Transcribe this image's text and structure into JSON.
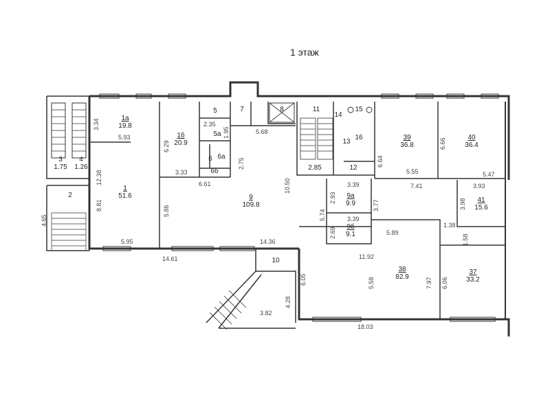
{
  "title": "1 этаж",
  "rooms": {
    "r1a": {
      "num": "1а",
      "area": "19.8"
    },
    "r1": {
      "num": "1",
      "area": "51.6"
    },
    "r1b": {
      "num": "1б",
      "area": "20.9"
    },
    "r2": {
      "num": "2"
    },
    "r3": {
      "num": "3",
      "area": "1.75"
    },
    "r4": {
      "num": "4",
      "area": "1.26"
    },
    "r5": {
      "num": "5"
    },
    "r5a": {
      "num": "5а"
    },
    "r6": {
      "num": "6"
    },
    "r6a": {
      "num": "6а"
    },
    "r6b": {
      "num": "6б"
    },
    "r7": {
      "num": "7"
    },
    "r8": {
      "num": "8"
    },
    "r9": {
      "num": "9",
      "area": "109.8"
    },
    "r9a": {
      "num": "9а",
      "area": "9.9"
    },
    "r9b": {
      "num": "9б",
      "area": "9.1"
    },
    "r10": {
      "num": "10"
    },
    "r11": {
      "num": "11",
      "area": "2.85"
    },
    "r12": {
      "num": "12"
    },
    "r13": {
      "num": "13"
    },
    "r14": {
      "num": "14"
    },
    "r15": {
      "num": "15"
    },
    "r16": {
      "num": "16"
    },
    "r37": {
      "num": "37",
      "area": "33.2"
    },
    "r38": {
      "num": "38",
      "area": "82.9"
    },
    "r39": {
      "num": "39",
      "area": "36.8"
    },
    "r40": {
      "num": "40",
      "area": "36.4"
    },
    "r41": {
      "num": "41",
      "area": "15.6"
    }
  },
  "dims": {
    "d334": "3.34",
    "d593": "5.93",
    "d1238": "12.38",
    "d881": "8.81",
    "d595": "5.95",
    "d1461": "14.61",
    "d465": "4.65",
    "d629": "6.29",
    "d333": "3.33",
    "d661": "6.61",
    "d586": "5.86",
    "d235": "2.35",
    "d195": "1.95",
    "d275": "2.75",
    "d568": "5.68",
    "d1050": "10.50",
    "d574": "5.74",
    "d1436": "14.36",
    "d293": "2.93",
    "d339a": "3.39",
    "d339b": "3.39",
    "d269": "2.69",
    "d377": "3.77",
    "d664": "6.64",
    "d555": "5.55",
    "d666": "6.66",
    "d547": "5.47",
    "d741": "7.41",
    "d393": "3.93",
    "d398": "3.98",
    "d138": "1.38",
    "d158": "1.58",
    "d589": "5.89",
    "d1192": "11.92",
    "d558": "5.58",
    "d797": "7.97",
    "d606": "6.06",
    "d605": "6.05",
    "d428": "4.28",
    "d382": "3.82",
    "d1803": "18.03"
  }
}
